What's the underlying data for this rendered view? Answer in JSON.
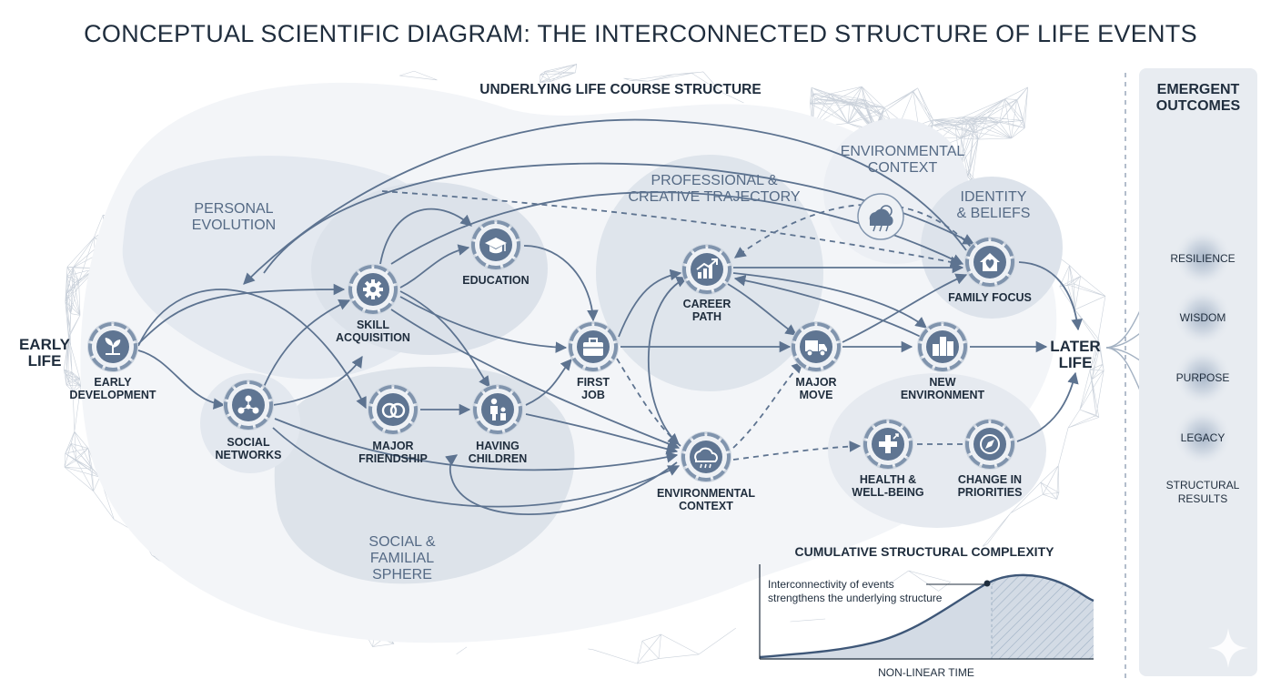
{
  "title": "CONCEPTUAL SCIENTIFIC DIAGRAM: THE INTERCONNECTED STRUCTURE OF LIFE EVENTS",
  "header": "UNDERLYING LIFE COURSE STRUCTURE",
  "regions": {
    "personal": [
      "PERSONAL",
      "EVOLUTION"
    ],
    "professional": [
      "PROFESSIONAL &",
      "CREATIVE TRAJECTORY"
    ],
    "environmental": [
      "ENVIRONMENTAL",
      "CONTEXT"
    ],
    "identity": [
      "IDENTITY",
      "& BELIEFS"
    ],
    "social": [
      "SOCIAL &",
      "FAMILIAL",
      "SPHERE"
    ]
  },
  "start": [
    "EARLY",
    "LIFE"
  ],
  "end": [
    "LATER",
    "LIFE"
  ],
  "nodes": {
    "early_dev": [
      "EARLY",
      "DEVELOPMENT"
    ],
    "social_net": [
      "SOCIAL",
      "NETWORKS"
    ],
    "skill": [
      "SKILL",
      "ACQUISITION"
    ],
    "education": [
      "EDUCATION"
    ],
    "friendship": [
      "MAJOR",
      "FRIENDSHIP"
    ],
    "children": [
      "HAVING",
      "CHILDREN"
    ],
    "first_job": [
      "FIRST",
      "JOB"
    ],
    "career": [
      "CAREER",
      "PATH"
    ],
    "env_context": [
      "ENVIRONMENTAL",
      "CONTEXT"
    ],
    "major_move": [
      "MAJOR",
      "MOVE"
    ],
    "family": [
      "FAMILY FOCUS"
    ],
    "new_env": [
      "NEW",
      "ENVIRONMENT"
    ],
    "health": [
      "HEALTH &",
      "WELL-BEING"
    ],
    "priorities": [
      "CHANGE IN",
      "PRIORITIES"
    ]
  },
  "icons": {
    "early_dev": "sprout-icon",
    "social_net": "network-icon",
    "skill": "gear-icon",
    "education": "graduation-cap-icon",
    "friendship": "rings-icon",
    "children": "family-icon",
    "first_job": "briefcase-icon",
    "career": "growth-chart-icon",
    "env_context": "rain-cloud-icon",
    "major_move": "truck-icon",
    "family": "house-heart-icon",
    "new_env": "buildings-icon",
    "health": "health-cross-icon",
    "priorities": "compass-icon",
    "weather": "weather-icon"
  },
  "outcomes": {
    "title": [
      "EMERGENT",
      "OUTCOMES"
    ],
    "items": [
      "RESILIENCE",
      "WISDOM",
      "PURPOSE",
      "LEGACY"
    ],
    "footer": [
      "STRUCTURAL",
      "RESULTS"
    ]
  },
  "chart": {
    "title": "CUMULATIVE STRUCTURAL COMPLEXITY",
    "annotation": [
      "Interconnectivity of events",
      "strengthens the underlying structure"
    ],
    "xlabel": "NON-LINEAR TIME"
  },
  "colors": {
    "ink": "#1f2d3d",
    "arrow": "#5d7390",
    "node_fill": "#5f7592",
    "blob": "#e3e8ef",
    "panel": "#e8ecf1"
  }
}
